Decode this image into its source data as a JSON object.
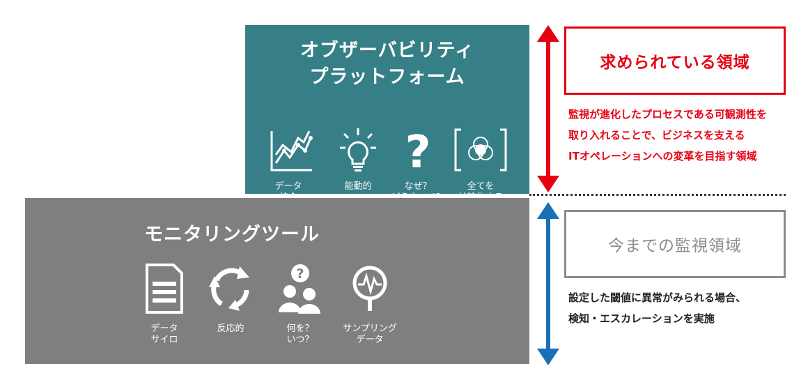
{
  "observability": {
    "title_line1": "オブザーバビリティ",
    "title_line2": "プラットフォーム",
    "items": [
      {
        "icon": "chart-icon",
        "line1": "データ",
        "line2": "統合"
      },
      {
        "icon": "lightbulb-icon",
        "line1": "能動的",
        "line2": ""
      },
      {
        "icon": "question-mark-icon",
        "line1": "なぜ？",
        "line2": "どうやって？"
      },
      {
        "icon": "venn-diagram-icon",
        "line1": "全てを",
        "line2": "計装化する"
      }
    ]
  },
  "monitoring": {
    "title": "モニタリングツール",
    "items": [
      {
        "icon": "document-icon",
        "line1": "データ",
        "line2": "サイロ"
      },
      {
        "icon": "cycle-arrows-icon",
        "line1": "反応的",
        "line2": ""
      },
      {
        "icon": "users-question-icon",
        "line1": "何を？",
        "line2": "いつ？"
      },
      {
        "icon": "waveform-magnifier-icon",
        "line1": "サンプリング",
        "line2": "データ"
      }
    ]
  },
  "required": {
    "label": "求められている領域",
    "desc_line1": "監視が進化したプロセスである可観測性を",
    "desc_line2": "取り入れることで、ビジネスを支える",
    "desc_line3": "ITオペレーションへの変革を目指す領域"
  },
  "current": {
    "label": "今までの監視領域",
    "desc_line1": "設定した閾値に異常がみられる場合、",
    "desc_line2": "検知・エスカレーションを実施"
  },
  "colors": {
    "observability_bg": "#367f86",
    "monitoring_bg": "#7f7f7f",
    "accent_red": "#e60012",
    "accent_blue": "#1a6fb7",
    "gray_border": "#8c8c8c"
  }
}
